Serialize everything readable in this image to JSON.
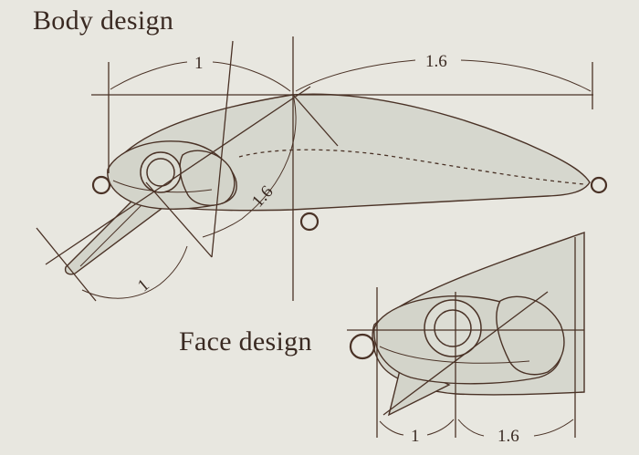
{
  "titles": {
    "body": "Body design",
    "face": "Face design"
  },
  "dimensions": {
    "body_front": "1",
    "body_rear": "1.6",
    "body_diagonal": "1.6",
    "lip": "1",
    "face_front": "1",
    "face_rear": "1.6"
  },
  "colors": {
    "background": "#e8e7e0",
    "line": "#4a3226",
    "fill": "#d6d7ce",
    "text": "#3a2a22"
  }
}
